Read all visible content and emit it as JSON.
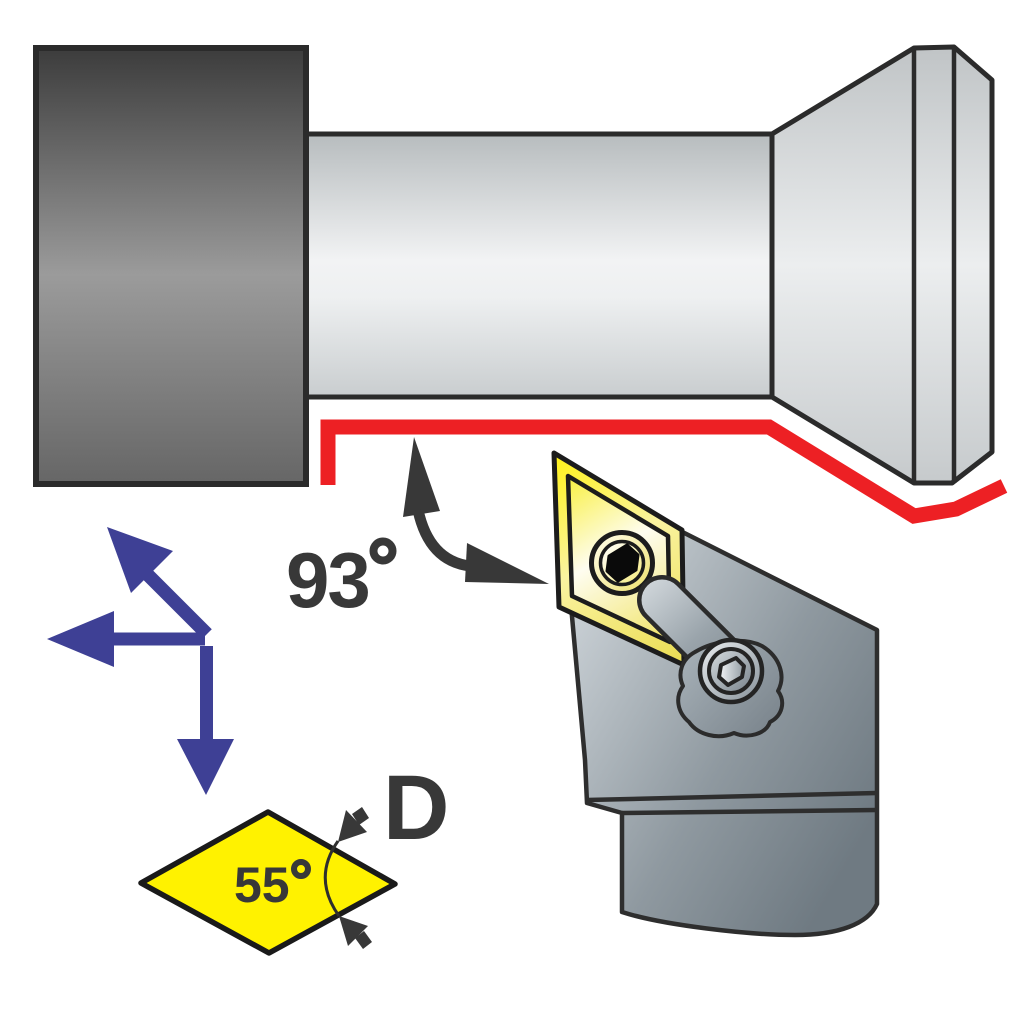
{
  "labels": {
    "approach_angle": {
      "value": "93",
      "unit": "°"
    },
    "insert_included_angle": {
      "value": "55",
      "unit": "°"
    },
    "insert_shape_code": "D"
  },
  "colors": {
    "cut_path_red": "#ED2024",
    "feed_arrow_blue": "#3E4095",
    "insert_yellow": "#FFF200",
    "annotation_dark": "#383838"
  },
  "parts": {
    "chuck": "chuck block",
    "workpiece": "cylindrical workpiece",
    "tailstock": "tailstock centre flange",
    "cut_path": "red cutting path line",
    "tool": "turning tool holder with D-type diamond insert and clamp",
    "legend": "55-degree diamond insert shape symbol D"
  }
}
